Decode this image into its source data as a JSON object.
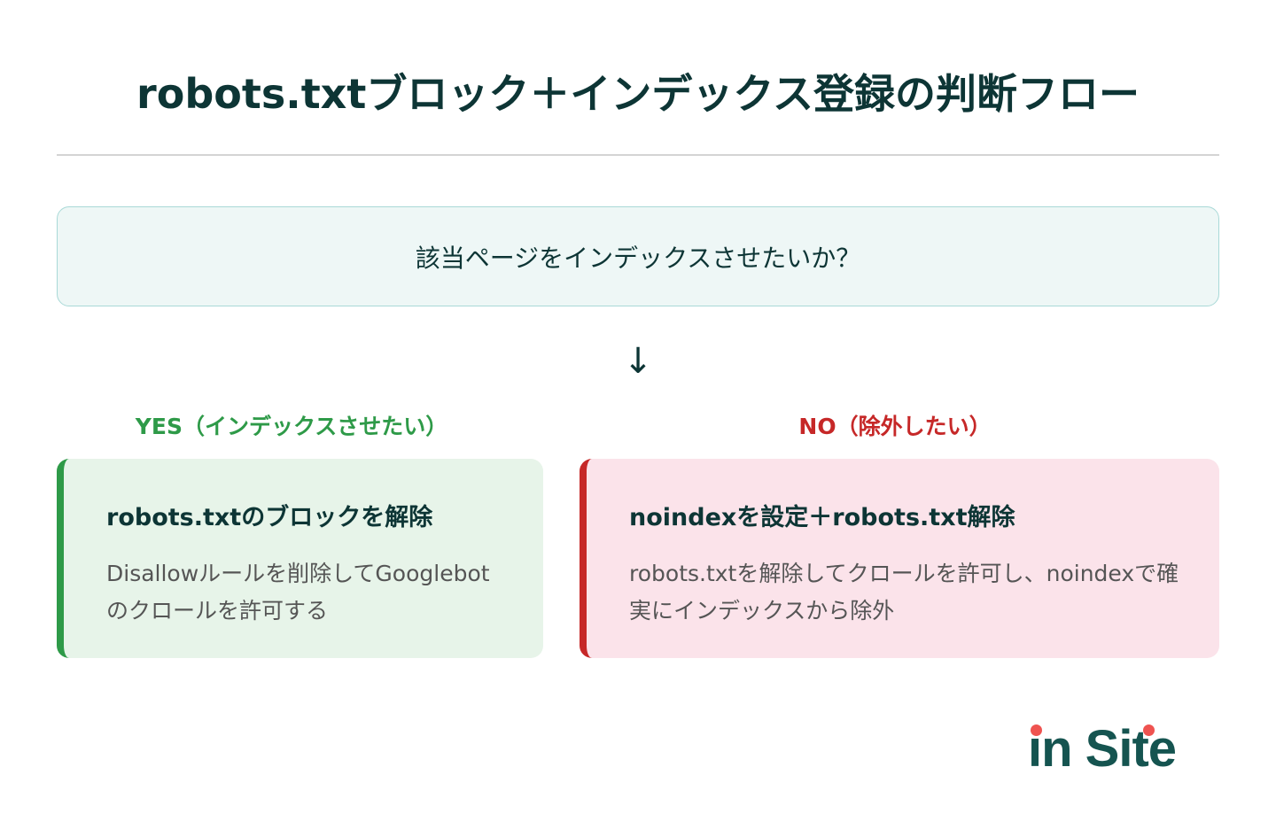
{
  "title": "robots.txtブロック＋インデックス登録の判断フロー",
  "question": "該当ページをインデックスさせたいか？",
  "arrow": "↓",
  "branches": {
    "yes": {
      "label": "YES（インデックスさせたい）",
      "title": "robots.txtのブロックを解除",
      "body": "Disallowルールを削除してGooglebotのクロールを許可する",
      "color": "#2e9a48"
    },
    "no": {
      "label": "NO（除外したい）",
      "title": "noindexを設定＋robots.txt解除",
      "body": "robots.txtを解除してクロールを許可し、noindexで確実にインデックスから除外",
      "color": "#c62828"
    }
  },
  "logo": {
    "text": "in Site",
    "dot_color": "#ef5350"
  }
}
